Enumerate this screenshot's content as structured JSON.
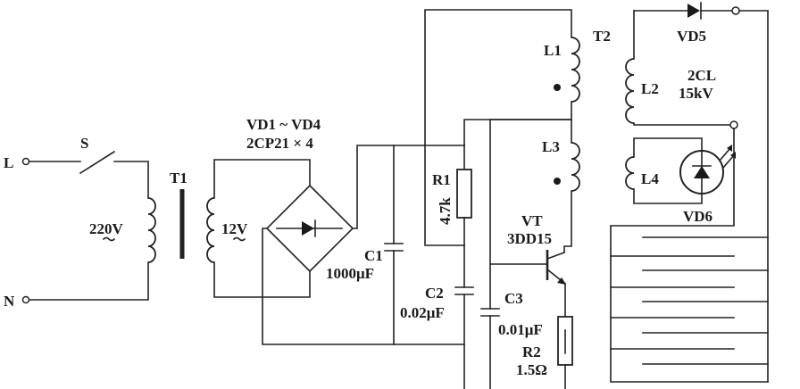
{
  "diagram": {
    "terminals": {
      "line": "L",
      "neutral": "N"
    },
    "switch": "S",
    "transformer1": {
      "name": "T1",
      "primary": "220V",
      "secondary": "12V"
    },
    "bridge": {
      "name": "VD1 ~ VD4",
      "part": "2CP21 × 4"
    },
    "c1": {
      "name": "C1",
      "value": "1000μF"
    },
    "r1": {
      "name": "R1",
      "value": "4.7k"
    },
    "c2": {
      "name": "C2",
      "value": "0.02μF"
    },
    "transformer2": {
      "name": "T2",
      "l1": "L1",
      "l2": "L2",
      "l3": "L3",
      "l4": "L4"
    },
    "transistor": {
      "name": "VT",
      "part": "3DD15"
    },
    "c3": {
      "name": "C3",
      "value": "0.01μF"
    },
    "r2": {
      "name": "R2",
      "value": "1.5Ω"
    },
    "vd5": {
      "name": "VD5",
      "part": "2CL",
      "rating": "15kV"
    },
    "vd6": "VD6"
  }
}
